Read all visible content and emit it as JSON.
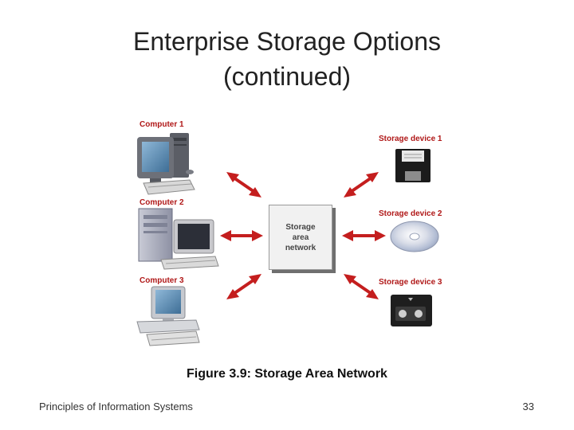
{
  "slide": {
    "title_line1": "Enterprise Storage Options",
    "title_line2": "(continued)",
    "figure_caption": "Figure 3.9: Storage Area Network",
    "footer_text": "Principles of Information Systems",
    "page_number": "33"
  },
  "diagram": {
    "hub_label": "Storage area network",
    "computers": [
      {
        "label": "Computer 1",
        "icon": "desktop-computer-icon"
      },
      {
        "label": "Computer 2",
        "icon": "tower-computer-icon"
      },
      {
        "label": "Computer 3",
        "icon": "desktop-computer-icon"
      }
    ],
    "storage_devices": [
      {
        "label": "Storage device 1",
        "icon": "floppy-disk-icon"
      },
      {
        "label": "Storage device 2",
        "icon": "optical-disc-icon"
      },
      {
        "label": "Storage device 3",
        "icon": "tape-cartridge-icon"
      }
    ],
    "colors": {
      "label_red": "#b01818",
      "arrow_red": "#c41e1e"
    }
  }
}
